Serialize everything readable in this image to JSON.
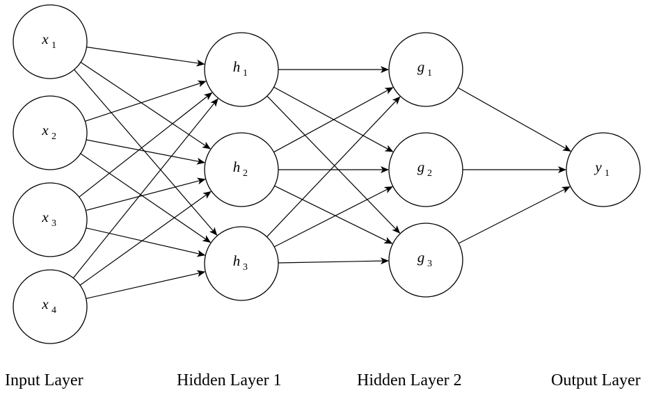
{
  "layers": [
    {
      "id": "input",
      "label": "Input Layer",
      "nodes": [
        {
          "id": "x1",
          "symbol": "x",
          "sub": "1"
        },
        {
          "id": "x2",
          "symbol": "x",
          "sub": "2"
        },
        {
          "id": "x3",
          "symbol": "x",
          "sub": "3"
        },
        {
          "id": "x4",
          "symbol": "x",
          "sub": "4"
        }
      ]
    },
    {
      "id": "hidden1",
      "label": "Hidden Layer 1",
      "nodes": [
        {
          "id": "h1",
          "symbol": "h",
          "sub": "1"
        },
        {
          "id": "h2",
          "symbol": "h",
          "sub": "2"
        },
        {
          "id": "h3",
          "symbol": "h",
          "sub": "3"
        }
      ]
    },
    {
      "id": "hidden2",
      "label": "Hidden Layer 2",
      "nodes": [
        {
          "id": "g1",
          "symbol": "g",
          "sub": "1"
        },
        {
          "id": "g2",
          "symbol": "g",
          "sub": "2"
        },
        {
          "id": "g3",
          "symbol": "g",
          "sub": "3"
        }
      ]
    },
    {
      "id": "output",
      "label": "Output Layer",
      "nodes": [
        {
          "id": "y1",
          "symbol": "y",
          "sub": "1"
        }
      ]
    }
  ],
  "connections": "fully-connected",
  "colors": {
    "stroke": "#000000",
    "fill": "#ffffff",
    "background": "#ffffff"
  }
}
